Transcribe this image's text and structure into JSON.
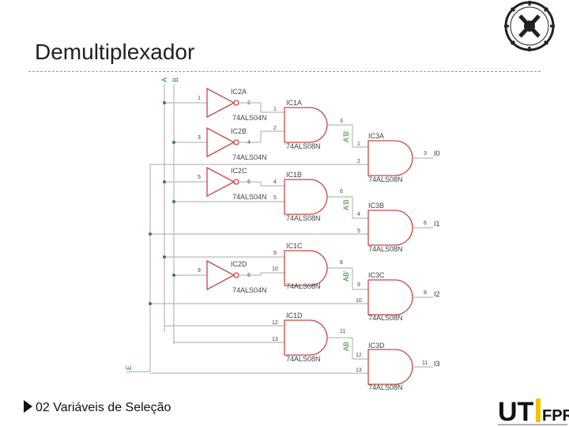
{
  "slide": {
    "title": "Demultiplexador",
    "bullet": "02 Variáveis de Seleção"
  },
  "logos": {
    "top_right": "institution-seal",
    "bottom_right": "UTFPR",
    "utfpr_u_text": "UT",
    "utfpr_fpr_text": "FPR"
  },
  "colors": {
    "gate_stroke": "#c84848",
    "wire": "#a8a8a8",
    "node": "#2e8b2e",
    "signal_label": "#2f8a2f"
  },
  "diagram": {
    "inputs": {
      "a": "A",
      "b": "B",
      "e": "E"
    },
    "inverters": [
      {
        "name": "IC2A",
        "part": "74ALS04N",
        "pin_in": "1",
        "pin_out": "2"
      },
      {
        "name": "IC2B",
        "part": "74ALS04N",
        "pin_in": "3",
        "pin_out": "4"
      },
      {
        "name": "IC2C",
        "part": "74ALS04N",
        "pin_in": "5",
        "pin_out": "6"
      },
      {
        "name": "IC2D",
        "part": "74ALS04N",
        "pin_in": "9",
        "pin_out": "8"
      }
    ],
    "decode_ands": [
      {
        "name": "IC1A",
        "part": "74ALS08N",
        "pin_a": "1",
        "pin_b": "2",
        "pin_out": "3",
        "signal": "A'B'"
      },
      {
        "name": "IC1B",
        "part": "74ALS08N",
        "pin_a": "4",
        "pin_b": "5",
        "pin_out": "6",
        "signal": "A'B"
      },
      {
        "name": "IC1C",
        "part": "74ALS08N",
        "pin_a": "9",
        "pin_b": "10",
        "pin_out": "8",
        "signal": "AB'"
      },
      {
        "name": "IC1D",
        "part": "74ALS08N",
        "pin_a": "12",
        "pin_b": "13",
        "pin_out": "11",
        "signal": "AB"
      }
    ],
    "output_ands": [
      {
        "name": "IC3A",
        "part": "74ALS08N",
        "pin_a": "1",
        "pin_b": "2",
        "pin_out": "3",
        "output": "I0"
      },
      {
        "name": "IC3B",
        "part": "74ALS08N",
        "pin_a": "4",
        "pin_b": "5",
        "pin_out": "6",
        "output": "I1"
      },
      {
        "name": "IC3C",
        "part": "74ALS08N",
        "pin_a": "9",
        "pin_b": "10",
        "pin_out": "8",
        "output": "I2"
      },
      {
        "name": "IC3D",
        "part": "74ALS08N",
        "pin_a": "12",
        "pin_b": "13",
        "pin_out": "11",
        "output": "I3"
      }
    ]
  }
}
